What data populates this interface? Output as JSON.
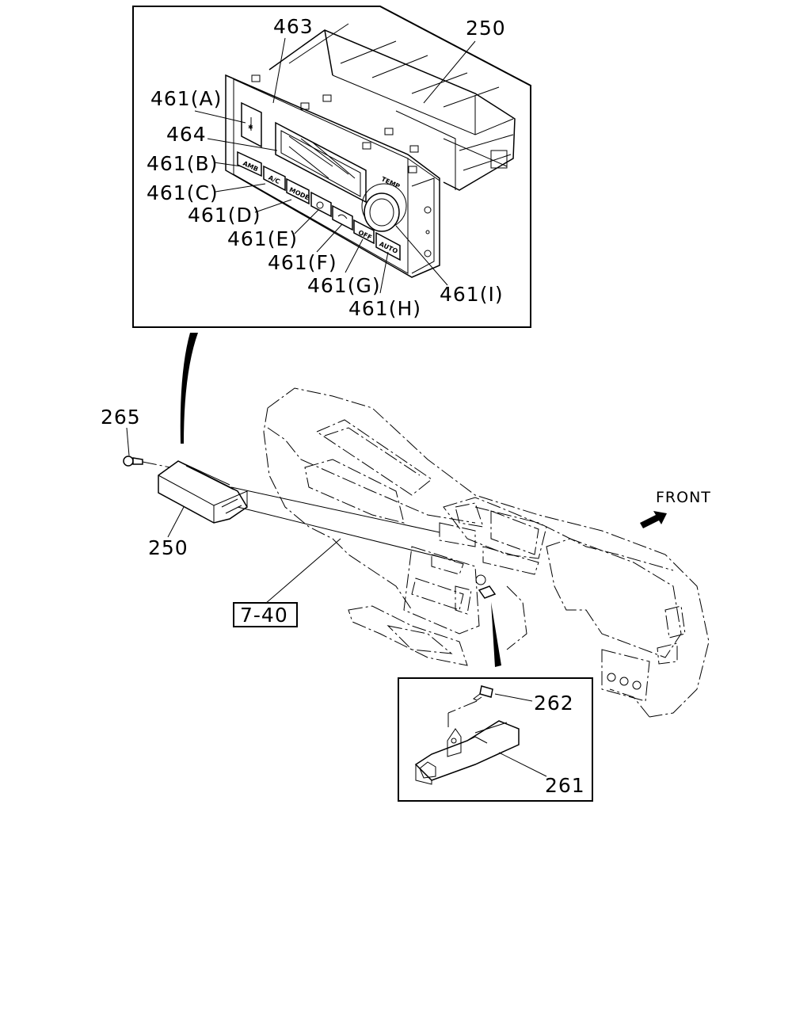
{
  "labels": {
    "top_463": "463",
    "top_250": "250",
    "l461a": "461(A)",
    "l464": "464",
    "l461b": "461(B)",
    "l461c": "461(C)",
    "l461d": "461(D)",
    "l461e": "461(E)",
    "l461f": "461(F)",
    "l461g": "461(G)",
    "l461h": "461(H)",
    "l461i": "461(I)",
    "l265": "265",
    "l250": "250",
    "ref_7_40": "7-40",
    "front": "FRONT",
    "l262": "262",
    "l261": "261"
  },
  "buttons": {
    "amb": "AMB",
    "ac": "A/C",
    "mode": "MODE",
    "off": "OFF",
    "auto": "AUTO",
    "temp": "TEMP"
  }
}
